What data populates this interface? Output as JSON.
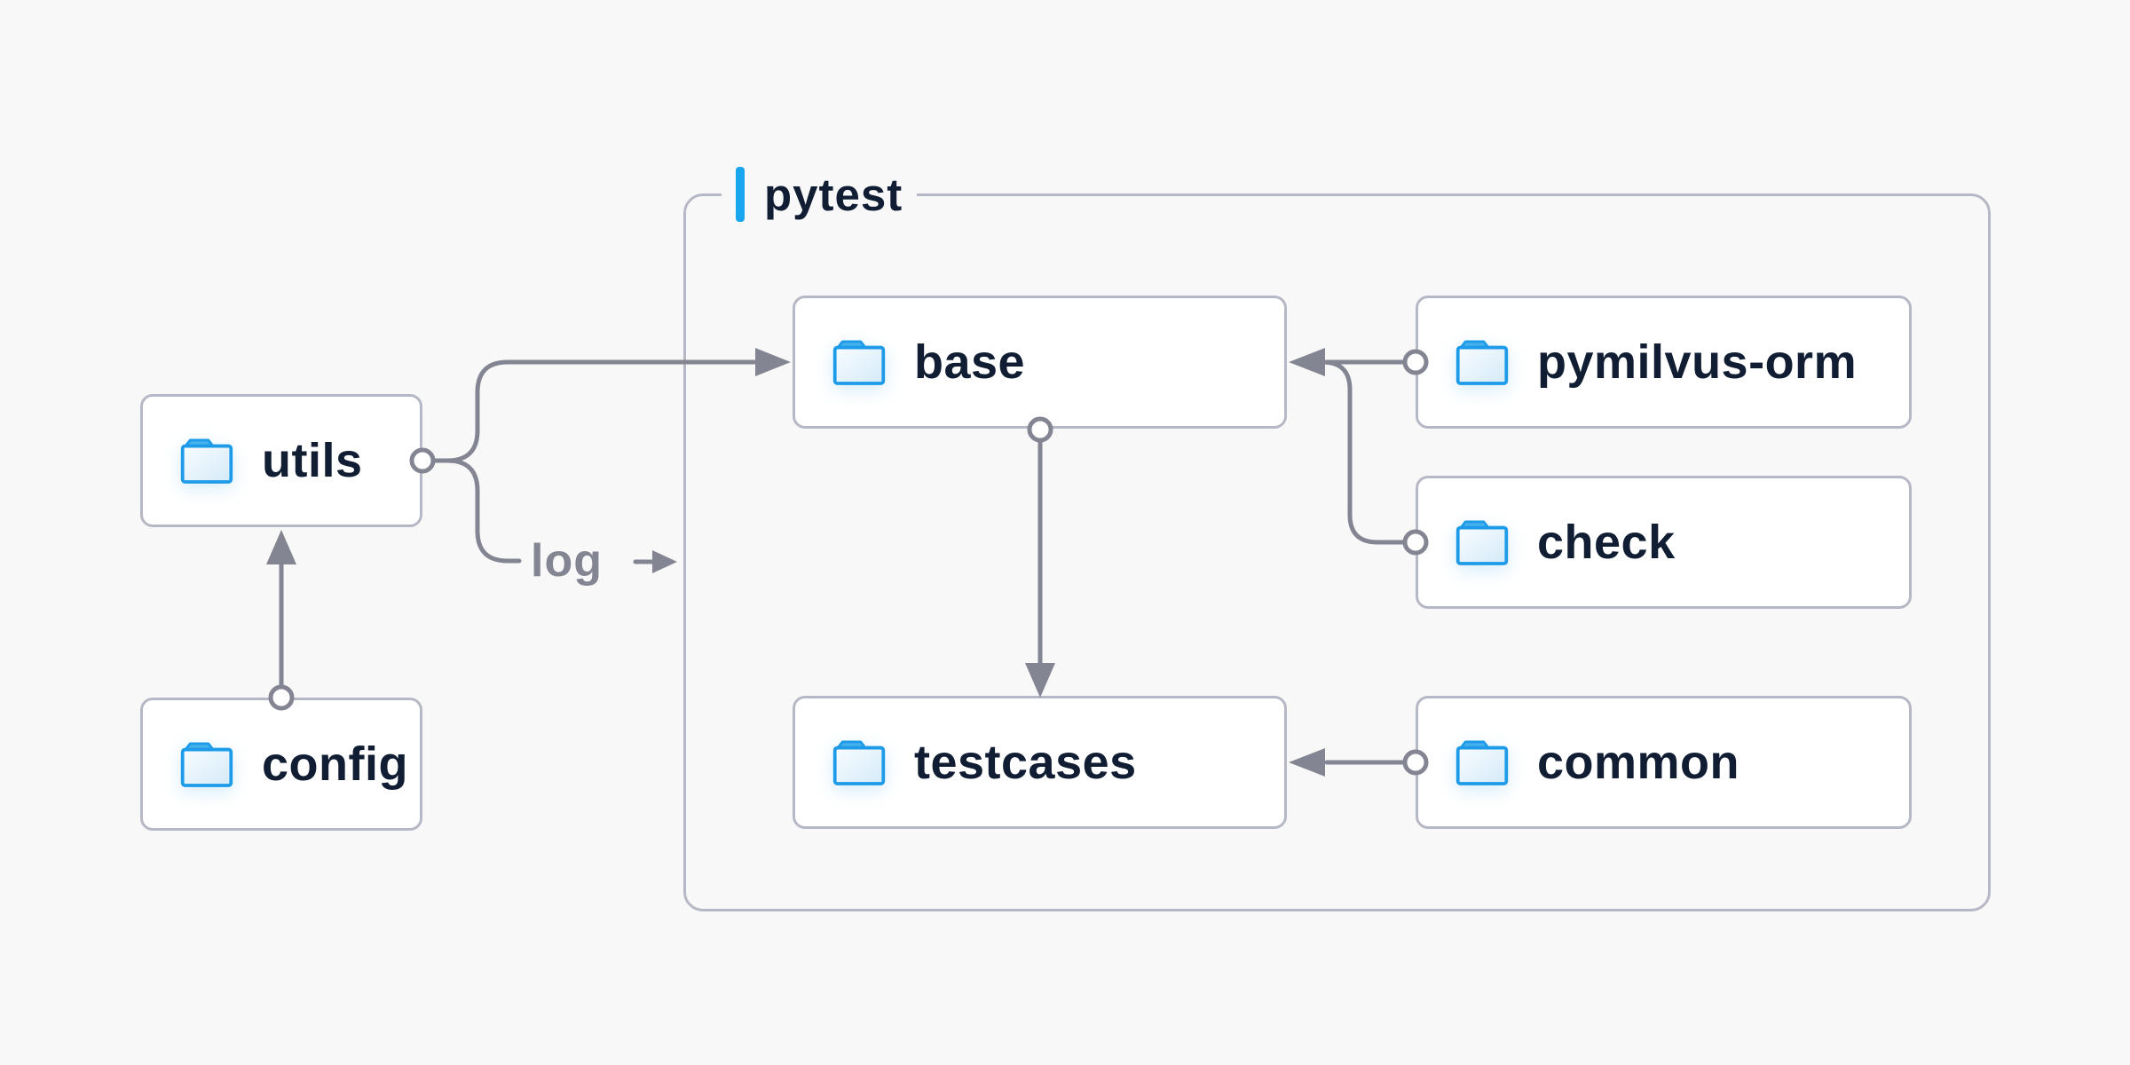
{
  "group": {
    "label": "pytest",
    "accent_color": "#19a6ee"
  },
  "nodes": {
    "utils": {
      "label": "utils",
      "icon": "folder-icon"
    },
    "config": {
      "label": "config",
      "icon": "folder-icon"
    },
    "base": {
      "label": "base",
      "icon": "folder-icon"
    },
    "pymilvus_orm": {
      "label": "pymilvus-orm",
      "icon": "folder-icon"
    },
    "check": {
      "label": "check",
      "icon": "folder-icon"
    },
    "testcases": {
      "label": "testcases",
      "icon": "folder-icon"
    },
    "common": {
      "label": "common",
      "icon": "folder-icon"
    }
  },
  "edge_labels": {
    "log": "log"
  },
  "edges": [
    {
      "from": "config",
      "to": "utils"
    },
    {
      "from": "utils",
      "to": "base"
    },
    {
      "from": "utils",
      "to": "log",
      "label": "log"
    },
    {
      "from": "pymilvus-orm",
      "to": "base"
    },
    {
      "from": "check",
      "to": "base"
    },
    {
      "from": "base",
      "to": "testcases"
    },
    {
      "from": "common",
      "to": "testcases"
    }
  ],
  "colors": {
    "background": "#f8f8f9",
    "node_fill": "#ffffff",
    "node_border": "#b6b8c5",
    "node_text": "#101d33",
    "connector": "#848592",
    "accent_blue": "#19a6ee",
    "folder_stroke": "#1e9be8",
    "folder_tab": "#47b1ec"
  }
}
